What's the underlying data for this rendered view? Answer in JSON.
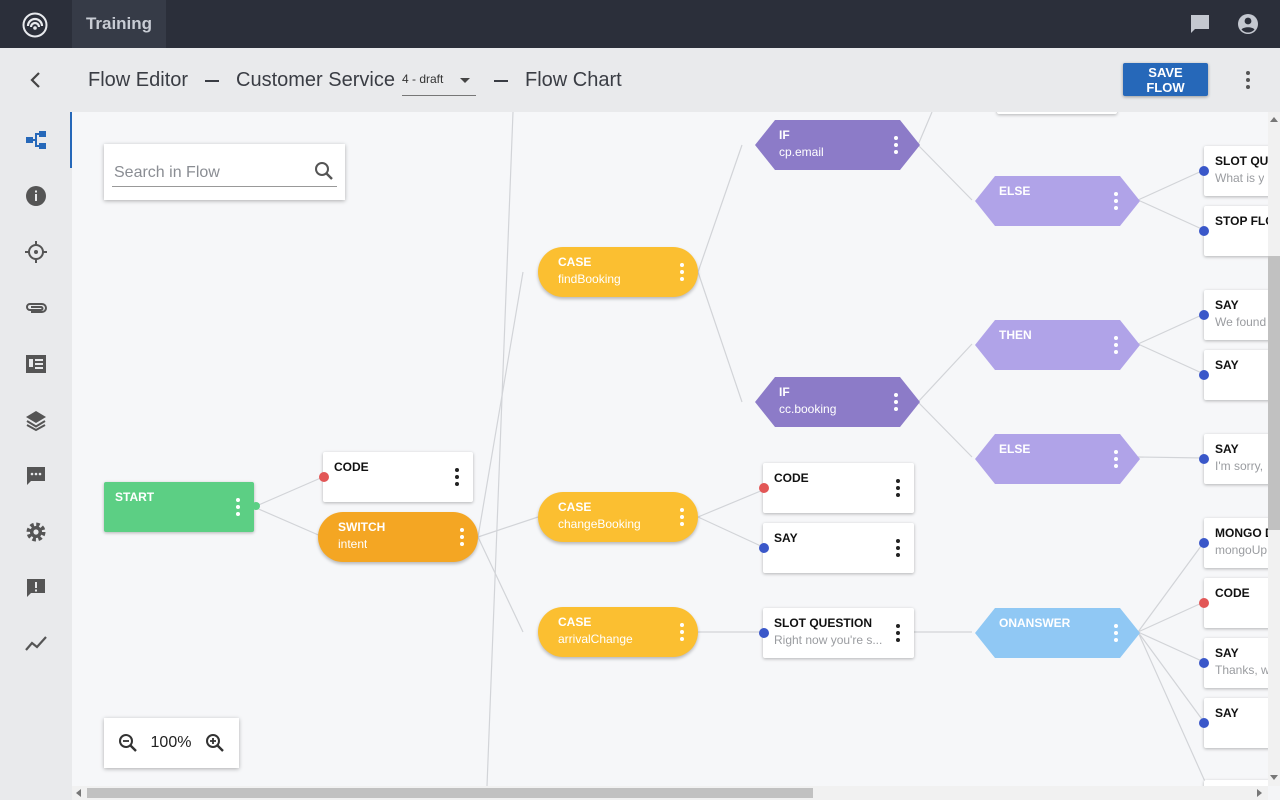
{
  "app": {
    "tab_label": "Training"
  },
  "header": {
    "title": "Flow Editor",
    "project": "Customer Service",
    "version": "4 - draft",
    "view": "Flow Chart",
    "save_label": "SAVE FLOW"
  },
  "sidebar": {
    "items": [
      {
        "icon": "flow-icon",
        "active": true
      },
      {
        "icon": "info-icon"
      },
      {
        "icon": "crosshair-icon"
      },
      {
        "icon": "paperclip-icon"
      },
      {
        "icon": "library-icon"
      },
      {
        "icon": "layers-icon"
      },
      {
        "icon": "chat-icon"
      },
      {
        "icon": "settings-icon"
      },
      {
        "icon": "feedback-icon"
      },
      {
        "icon": "analytics-icon"
      }
    ]
  },
  "search": {
    "placeholder": "Search in Flow"
  },
  "zoom": {
    "value": "100%"
  },
  "colors": {
    "start": "#5ccf84",
    "switch": "#f4a623",
    "case": "#fbbf31",
    "if": "#8c7bc8",
    "branch": "#b0a3e8",
    "onanswer": "#90c8f4",
    "dot_blue": "#3a57c9",
    "dot_red": "#e25656",
    "accent": "#2668b9"
  },
  "flow": {
    "nodes": {
      "start": {
        "title": "START",
        "sub": ""
      },
      "code_1": {
        "title": "CODE",
        "sub": ""
      },
      "switch": {
        "title": "SWITCH",
        "sub": "intent"
      },
      "case_find": {
        "title": "CASE",
        "sub": "findBooking"
      },
      "case_change": {
        "title": "CASE",
        "sub": "changeBooking"
      },
      "case_arrival": {
        "title": "CASE",
        "sub": "arrivalChange"
      },
      "if_email": {
        "title": "IF",
        "sub": "cp.email"
      },
      "if_booking": {
        "title": "IF",
        "sub": "cc.booking"
      },
      "else_1": {
        "title": "ELSE",
        "sub": ""
      },
      "then_1": {
        "title": "THEN",
        "sub": ""
      },
      "else_2": {
        "title": "ELSE",
        "sub": ""
      },
      "code_2": {
        "title": "CODE",
        "sub": ""
      },
      "say_1": {
        "title": "SAY",
        "sub": ""
      },
      "slot_question": {
        "title": "SLOT QUESTION",
        "sub": "Right now you're s..."
      },
      "onanswer": {
        "title": "ONANSWER",
        "sub": ""
      },
      "slot_qui": {
        "title": "SLOT QUI",
        "sub": "What is y"
      },
      "stop_flo": {
        "title": "STOP FLO",
        "sub": ""
      },
      "say_found": {
        "title": "SAY",
        "sub": "We found"
      },
      "say_2": {
        "title": "SAY",
        "sub": ""
      },
      "say_sorry": {
        "title": "SAY",
        "sub": "I'm sorry,"
      },
      "mongo": {
        "title": "MONGO D",
        "sub": "mongoUp"
      },
      "code_3": {
        "title": "CODE",
        "sub": ""
      },
      "say_thanks": {
        "title": "SAY",
        "sub": "Thanks, w"
      },
      "say_3": {
        "title": "SAY",
        "sub": ""
      }
    }
  }
}
